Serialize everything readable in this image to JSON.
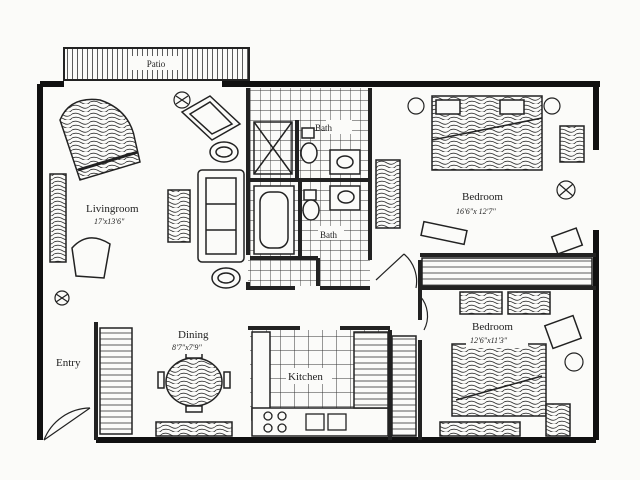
{
  "plan": {
    "labels": {
      "patio": "Patio",
      "livingroom": "Livingroom",
      "livingroom_dim": "17'x13'6\"",
      "bedroom1": "Bedroom",
      "bedroom1_dim": "16'6\"x 12'7\"",
      "bedroom2": "Bedroom",
      "bedroom2_dim": "12'6\"x11'3\"",
      "bath1": "Bath",
      "bath2": "Bath",
      "dining": "Dining",
      "dining_dim": "8'7\"x7'9\"",
      "kitchen": "Kitchen",
      "entry": "Entry"
    }
  }
}
